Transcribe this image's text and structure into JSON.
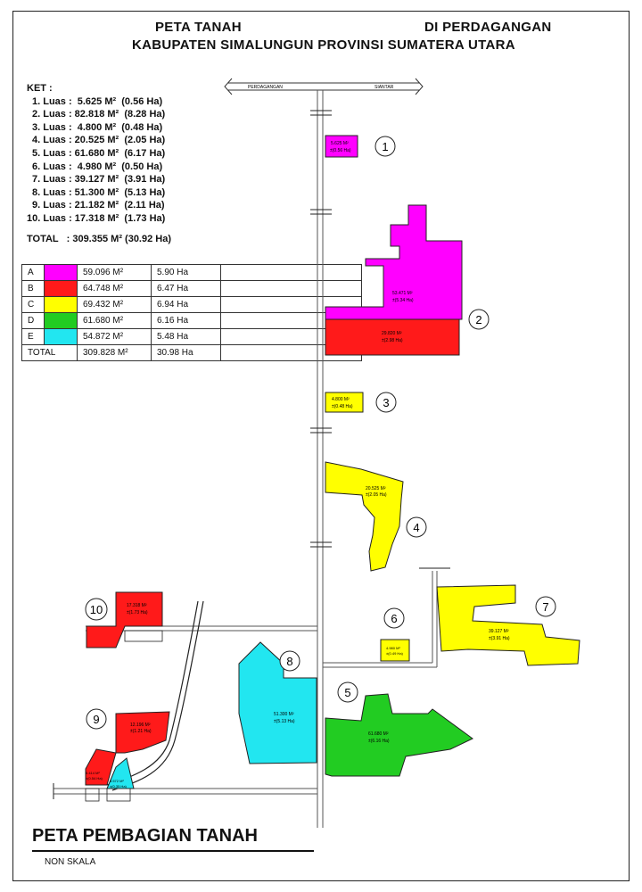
{
  "header": {
    "title_left": "PETA TANAH",
    "title_right": "DI PERDAGANGAN",
    "subtitle": "KABUPATEN SIMALUNGUN PROVINSI SUMATERA UTARA"
  },
  "ket": {
    "heading": "KET :",
    "rows": [
      "1. Luas :  5.625 M²  (0.56 Ha)",
      "2. Luas : 82.818 M²  (8.28 Ha)",
      "3. Luas :  4.800 M²  (0.48 Ha)",
      "4. Luas : 20.525 M²  (2.05 Ha)",
      "5. Luas : 61.680 M²  (6.17 Ha)",
      "6. Luas :  4.980 M²  (0.50 Ha)",
      "7. Luas : 39.127 M²  (3.91 Ha)",
      "8. Luas : 51.300 M²  (5.13 Ha)",
      "9. Luas : 21.182 M²  (2.11 Ha)",
      "10. Luas : 17.318 M²  (1.73 Ha)"
    ],
    "total": "TOTAL   : 309.355 M² (30.92 Ha)"
  },
  "legend": {
    "rows": [
      {
        "code": "A",
        "color": "#ff00ff",
        "m2": "59.096 M²",
        "ha": "5.90 Ha"
      },
      {
        "code": "B",
        "color": "#ff1a1a",
        "m2": "64.748 M²",
        "ha": "6.47 Ha"
      },
      {
        "code": "C",
        "color": "#ffff00",
        "m2": "69.432 M²",
        "ha": "6.94 Ha"
      },
      {
        "code": "D",
        "color": "#22cc22",
        "m2": "61.680 M²",
        "ha": "6.16 Ha"
      },
      {
        "code": "E",
        "color": "#22e6f0",
        "m2": "54.872 M²",
        "ha": "5.48 Ha"
      }
    ],
    "total": {
      "label": "TOTAL",
      "m2": "309.828 M²",
      "ha": "30.98 Ha"
    }
  },
  "roads": {
    "left_label": "PERDAGANGAN",
    "right_label": "SIANTAR"
  },
  "parcels": {
    "p1": {
      "num": "1",
      "area": "5.625 M²",
      "ha": "±(0.56 Ha)",
      "color": "#ff00ff"
    },
    "p2a": {
      "num": "2",
      "area": "53.471 M²",
      "ha": "±(5.34 Ha)",
      "color": "#ff00ff"
    },
    "p2b": {
      "area": "29.820 M²",
      "ha": "±(2.98 Ha)",
      "color": "#ff1a1a"
    },
    "p3": {
      "num": "3",
      "area": "4.800 M²",
      "ha": "±(0.48 Ha)",
      "color": "#ffff00"
    },
    "p4": {
      "num": "4",
      "area": "20.525 M²",
      "ha": "±(2.05 Ha)",
      "color": "#ffff00"
    },
    "p5": {
      "num": "5",
      "area": "61.680 M²",
      "ha": "±(6.16 Ha)",
      "color": "#22cc22"
    },
    "p6": {
      "num": "6",
      "area": "4.980 M²",
      "ha": "±(0.49 Ha)",
      "color": "#ffff00"
    },
    "p7": {
      "num": "7",
      "area": "39.127 M²",
      "ha": "±(3.91 Ha)",
      "color": "#ffff00"
    },
    "p8": {
      "num": "8",
      "area": "51.300 M²",
      "ha": "±(5.13 Ha)",
      "color": "#22e6f0"
    },
    "p9a": {
      "num": "9",
      "area": "12.196 M²",
      "ha": "±(1.21 Ha)",
      "color": "#ff1a1a"
    },
    "p9b": {
      "area": "5.414 M²",
      "ha": "±(0.54 Ha)",
      "color": "#ff1a1a"
    },
    "p9c": {
      "area": "3.572 M²",
      "ha": "±(0.35 Ha)",
      "color": "#22e6f0"
    },
    "p10": {
      "num": "10",
      "area": "17.318 M²",
      "ha": "±(1.73 Ha)",
      "color": "#ff1a1a"
    }
  },
  "footer": {
    "title": "PETA PEMBAGIAN TANAH",
    "scale": "NON SKALA"
  }
}
